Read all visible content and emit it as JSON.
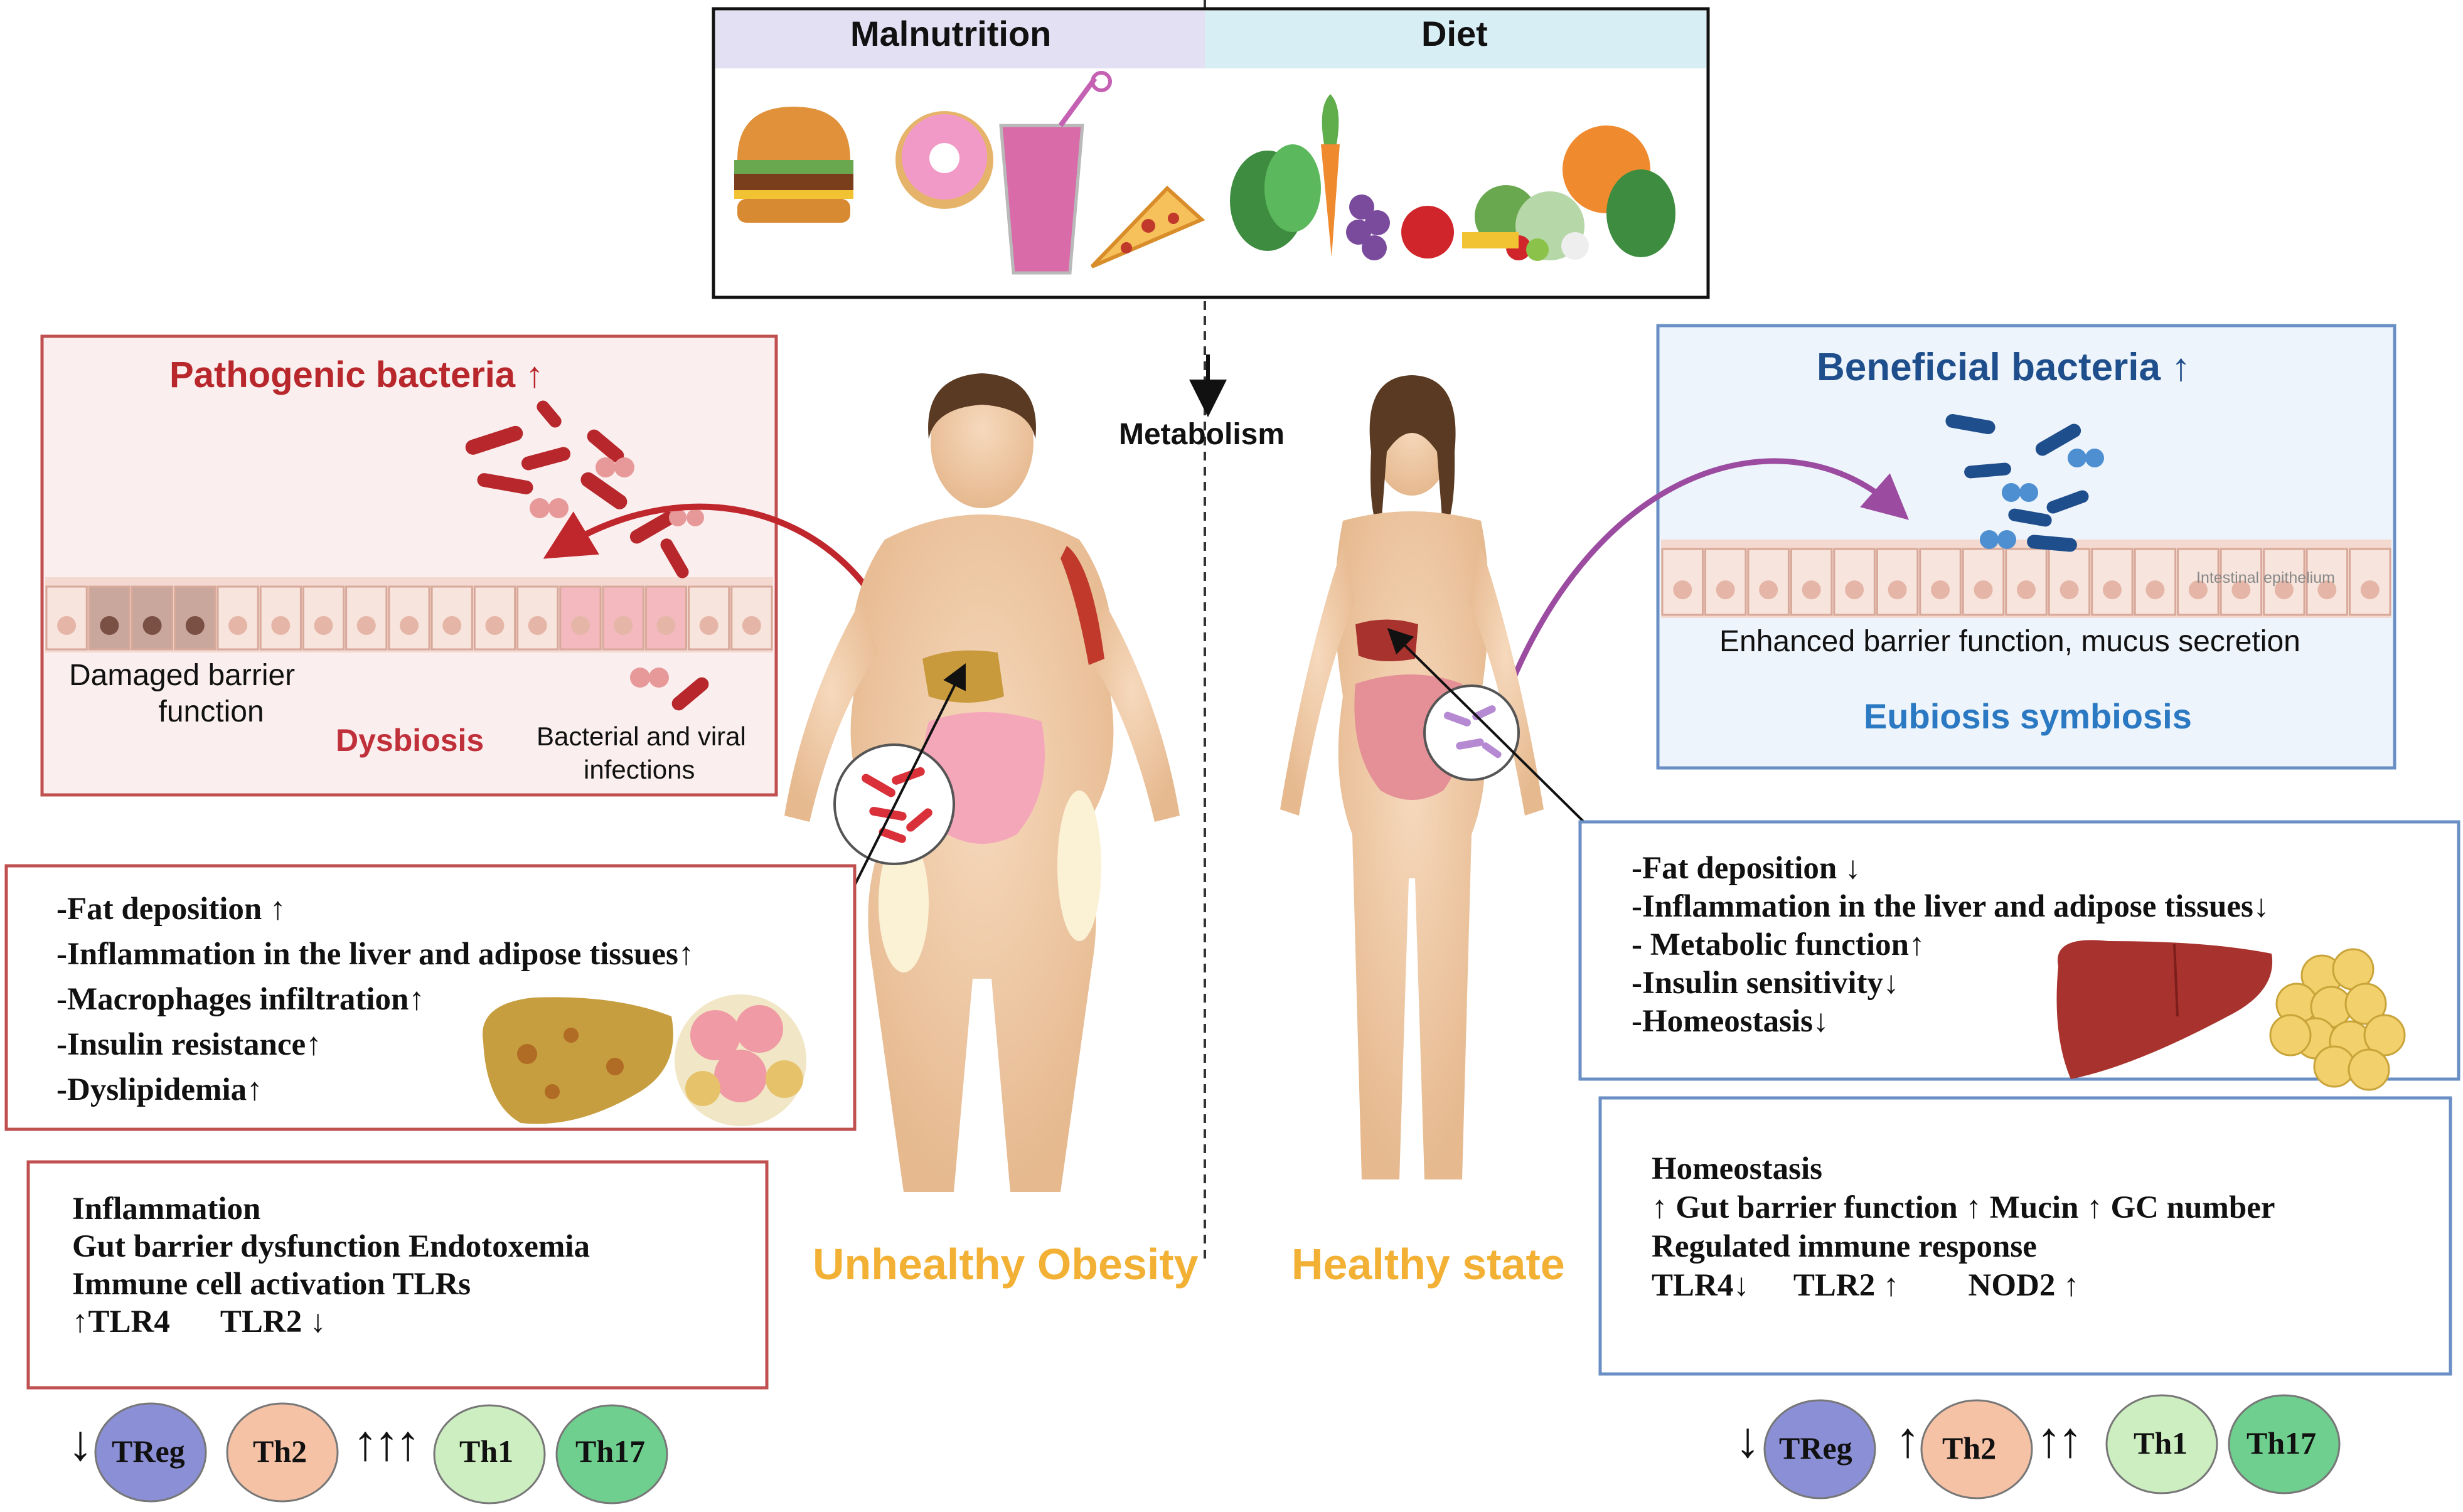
{
  "header": {
    "left_label": "Malnutrition",
    "right_label": "Diet",
    "left_color": "#e4e0f3",
    "right_color": "#d8eef5"
  },
  "center": {
    "metabolism": "Metabolism"
  },
  "left_panel": {
    "title": "Pathogenic bacteria ↑",
    "damaged_barrier": [
      "Damaged barrier",
      "function"
    ],
    "dysbiosis": "Dysbiosis",
    "infections": [
      "Bacterial and viral",
      "infections"
    ]
  },
  "right_panel": {
    "title": "Beneficial bacteria ↑",
    "epithelium_label": "Intestinal epithelium",
    "barrier_text": "Enhanced barrier function, mucus secretion",
    "eubiosis": "Eubiosis symbiosis"
  },
  "left_effects": [
    "-Fat deposition ↑",
    "-Inflammation in the liver and adipose tissues↑",
    "-Macrophages infiltration↑",
    "-Insulin resistance↑",
    "-Dyslipidemia↑"
  ],
  "right_effects": [
    "-Fat deposition ↓",
    "-Inflammation in the liver and adipose tissues↓",
    "- Metabolic function↑",
    "-Insulin sensitivity↓",
    "-Homeostasis↓"
  ],
  "left_immune": {
    "lines": [
      "Inflammation",
      "Gut barrier dysfunction Endotoxemia",
      "Immune cell activation TLRs"
    ],
    "tlr4": "↑TLR4",
    "tlr2": "TLR2 ↓"
  },
  "right_immune": {
    "lines": [
      "Homeostasis",
      "↑ Gut barrier function ↑ Mucin ↑ GC number",
      "Regulated immune response"
    ],
    "tlr4": "TLR4↓",
    "tlr2": "TLR2 ↑",
    "nod2": "NOD2 ↑"
  },
  "states": {
    "left": "Unhealthy Obesity",
    "right": "Healthy state"
  },
  "cells": {
    "left": [
      {
        "arrow": "↓",
        "label": "TReg"
      },
      {
        "arrow": "",
        "label": "Th2"
      },
      {
        "arrow": "↑↑↑",
        "label": "Th1"
      },
      {
        "arrow": "",
        "label": "Th17"
      }
    ],
    "right": [
      {
        "arrow": "↓",
        "label": "TReg"
      },
      {
        "arrow": "↑",
        "label": "Th2"
      },
      {
        "arrow": "↑↑",
        "label": "Th1"
      },
      {
        "arrow": "",
        "label": "Th17"
      }
    ]
  },
  "colors": {
    "pathogenic": "#b7272b",
    "beneficial": "#1f4e8c",
    "state_label": "#f2b134",
    "treg": "#8b8fd6",
    "th2": "#f6c2a6",
    "th1": "#cdeec0",
    "th17": "#6fcf8f"
  }
}
